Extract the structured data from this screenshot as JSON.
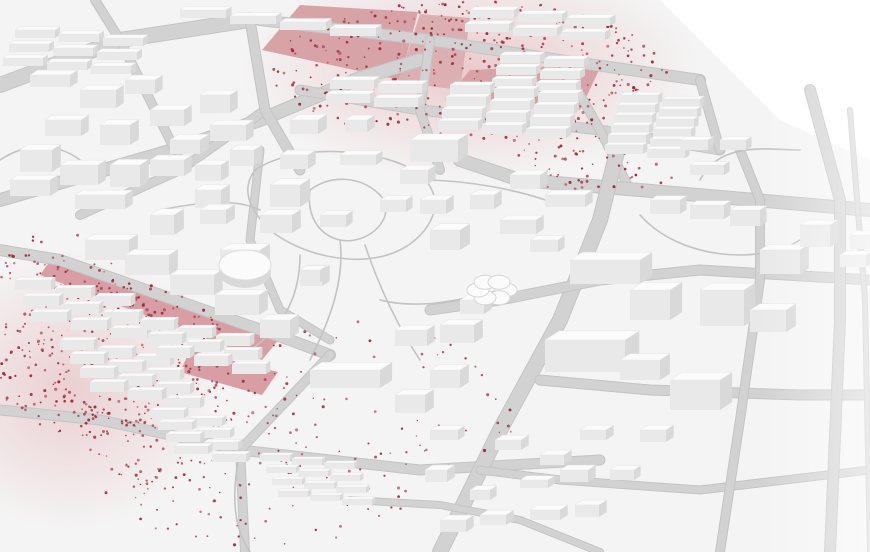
{
  "colors": {
    "background": "#ffffff",
    "ground": "#f2f2f2",
    "road": "#d2d2d2",
    "road_edge": "#c4c4c4",
    "path": "#bdbdbd",
    "building_top": "#fbfbfb",
    "building_side": "#d9d9d9",
    "building_front": "#e9e9e9",
    "highlight_zone": "#d8a0a4",
    "dots": "#9e2a3a",
    "haze": "#e6b8bb"
  },
  "layers": [
    "ground",
    "roads",
    "campus-paths",
    "highlighted-zones",
    "activity-dots",
    "building-blocks"
  ]
}
